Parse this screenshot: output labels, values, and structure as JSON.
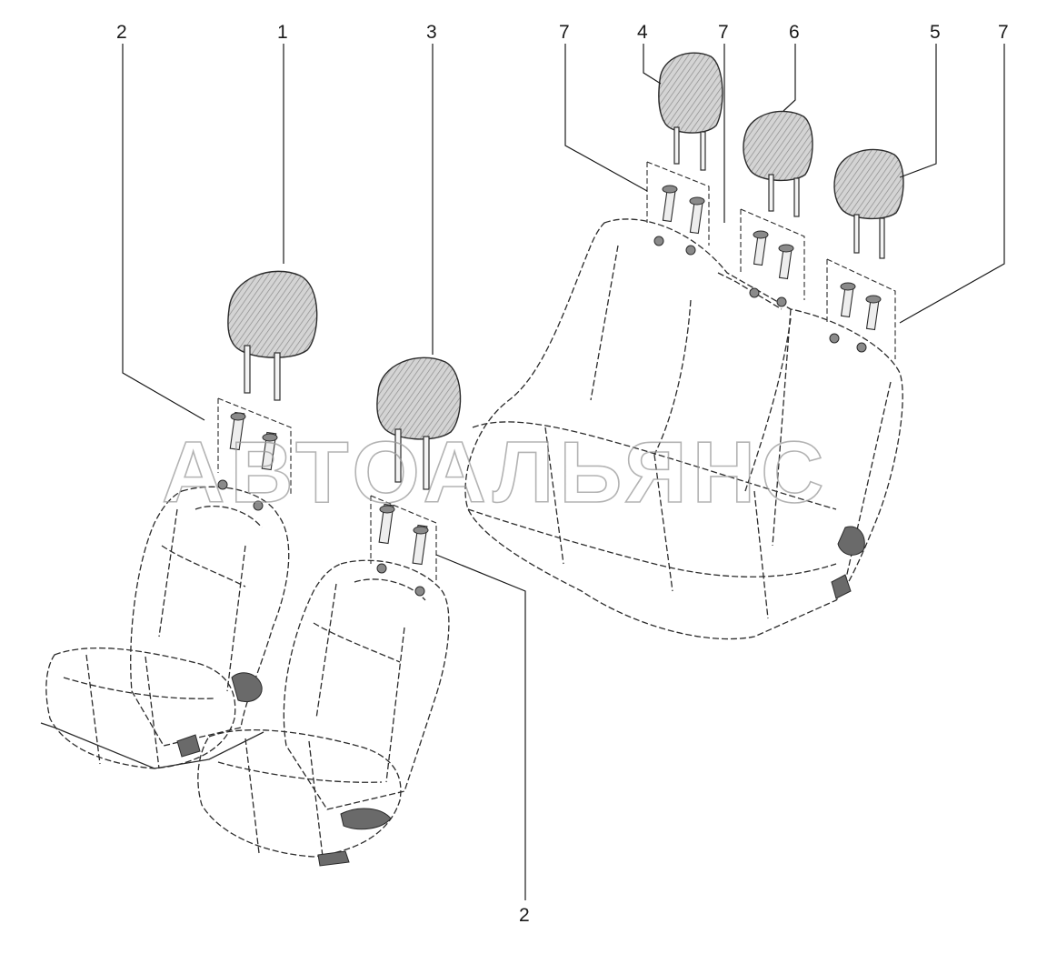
{
  "diagram": {
    "callouts": [
      {
        "id": "c-2a",
        "label": "2"
      },
      {
        "id": "c-1",
        "label": "1"
      },
      {
        "id": "c-3",
        "label": "3"
      },
      {
        "id": "c-7a",
        "label": "7"
      },
      {
        "id": "c-4",
        "label": "4"
      },
      {
        "id": "c-7b",
        "label": "7"
      },
      {
        "id": "c-6",
        "label": "6"
      },
      {
        "id": "c-5",
        "label": "5"
      },
      {
        "id": "c-7c",
        "label": "7"
      },
      {
        "id": "c-2b",
        "label": "2"
      }
    ],
    "watermark": "АВТОАЛЬЯНС"
  },
  "colors": {
    "line": "#2b2b2b",
    "background": "#ffffff",
    "watermark": "#9a9a9a"
  }
}
